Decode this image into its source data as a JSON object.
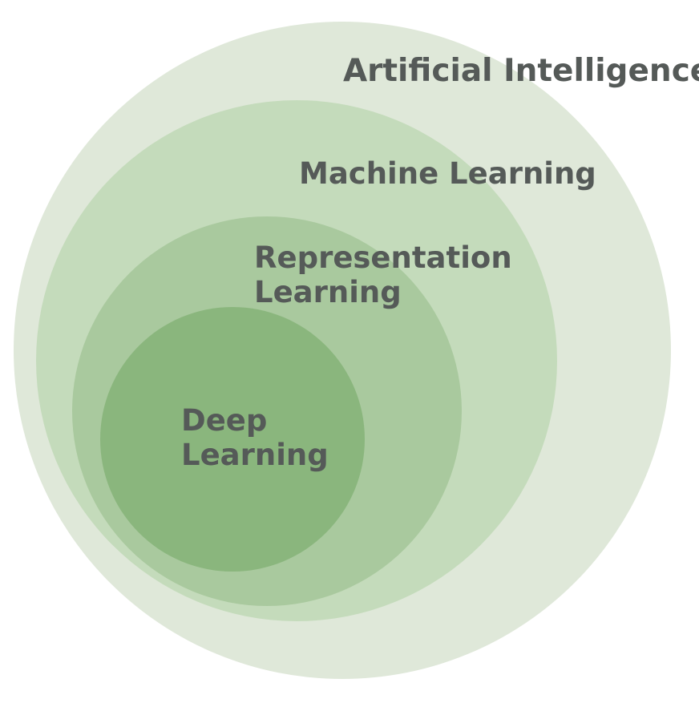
{
  "diagram": {
    "type": "nested-circles",
    "text_color": "#555a58",
    "layers": [
      {
        "id": "ai",
        "lines": [
          "Artificial Intelligence"
        ],
        "fill": "#dfe8d9"
      },
      {
        "id": "ml",
        "lines": [
          "Machine Learning"
        ],
        "fill": "#c4dbbb"
      },
      {
        "id": "rl",
        "lines": [
          "Representation",
          "Learning"
        ],
        "fill": "#a9c99e"
      },
      {
        "id": "dl",
        "lines": [
          "Deep",
          "Learning"
        ],
        "fill": "#8ab67d"
      }
    ]
  }
}
